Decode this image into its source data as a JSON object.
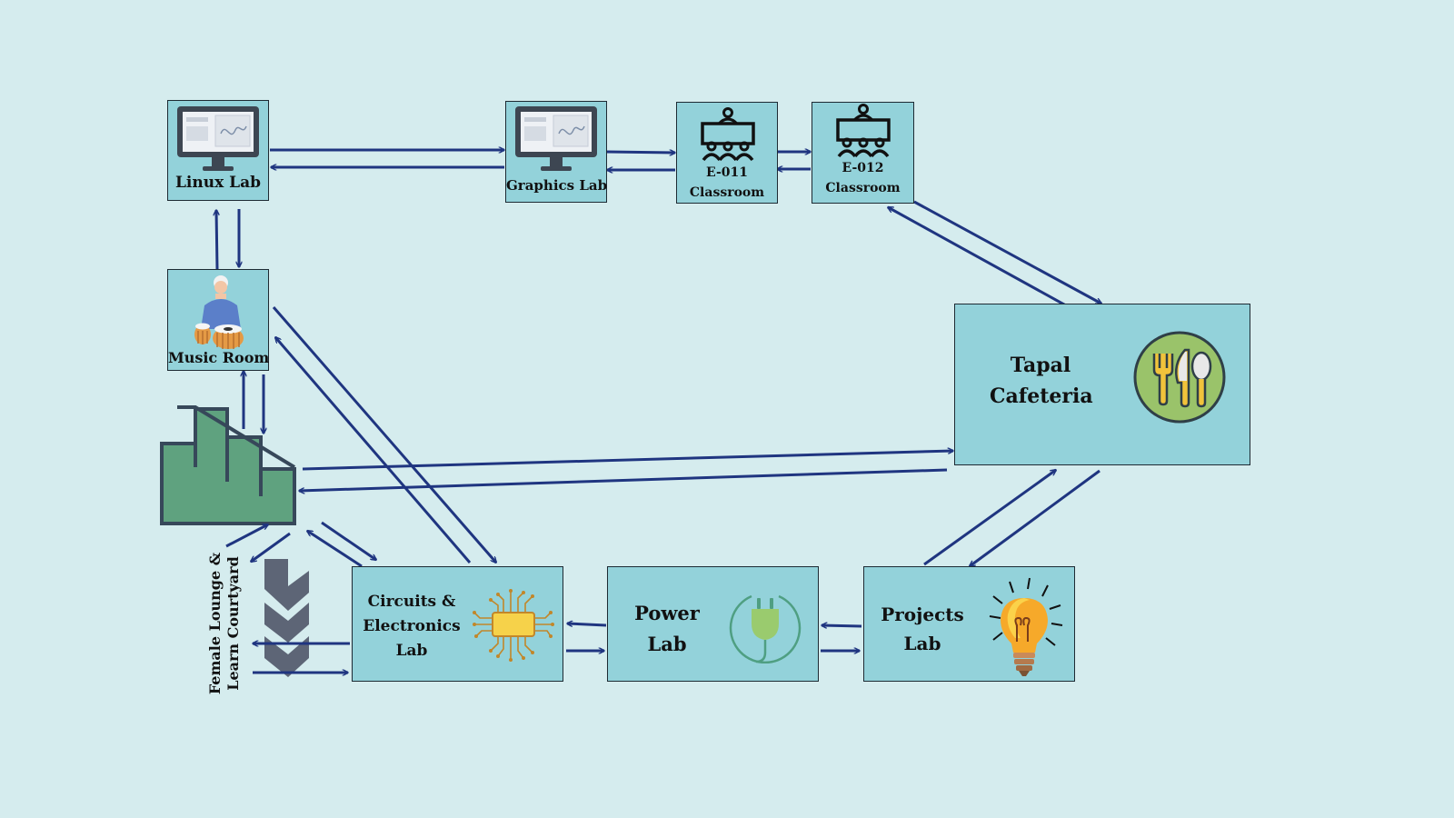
{
  "colors": {
    "background": "#d5ecee",
    "room_fill": "#93d2da",
    "arrow": "#1f3580",
    "stairs_fill": "#5fa27f",
    "stairs_stroke": "#37485a",
    "chevron": "#5d6576"
  },
  "rooms": {
    "linux_lab": {
      "label": "Linux Lab",
      "icon": "monitor-icon"
    },
    "graphics_lab": {
      "label": "Graphics Lab",
      "icon": "monitor-icon"
    },
    "e011": {
      "line1": "E-011",
      "line2": "Classroom",
      "icon": "classroom-icon"
    },
    "e012": {
      "line1": "E-012",
      "line2": "Classroom",
      "icon": "classroom-icon"
    },
    "music_room": {
      "label": "Music Room",
      "icon": "tabla-player-icon"
    },
    "cafeteria": {
      "line1": "Tapal",
      "line2": "Cafeteria",
      "icon": "cutlery-icon"
    },
    "circuits_lab": {
      "line1": "Circuits &",
      "line2": "Electronics",
      "line3": "Lab",
      "icon": "microchip-icon"
    },
    "power_lab": {
      "line1": "Power",
      "line2": "Lab",
      "icon": "plug-icon"
    },
    "projects_lab": {
      "line1": "Projects",
      "line2": "Lab",
      "icon": "lightbulb-icon"
    }
  },
  "courtyard": {
    "line1": "Female Lounge &",
    "line2": "Learn Courtyard",
    "icon": "chevrons-down-icon"
  },
  "stairs": {
    "icon": "stairs-icon"
  }
}
